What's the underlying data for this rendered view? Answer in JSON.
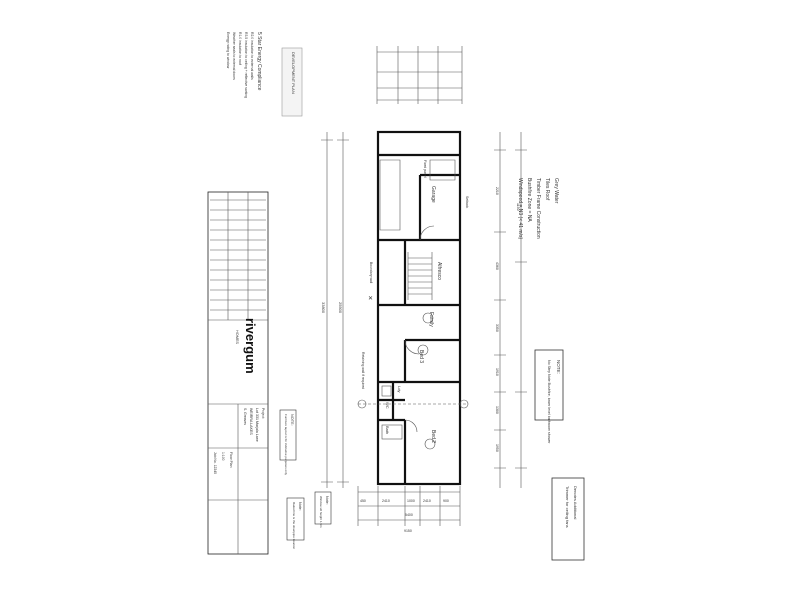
{
  "spec_notes": [
    "Windspeed = N3 (< 41 m/s)",
    "Bushfire Zone = NA",
    "Timber Frame Construction",
    "Tiles Roof",
    "Grey Water"
  ],
  "energy": {
    "title": "5 Star Energy Compliance",
    "lines": [
      "R2.0 insulation to external walls",
      "R3.5 insulation to ceiling + reflective sarking",
      "R1.0 insulation to roof",
      "Weather seals to external doors",
      "Energy rating to window"
    ]
  },
  "stamp": "DEVELOPMENT PLAN",
  "rooms": {
    "garage": "Garage",
    "alfresco": "Alfresco",
    "family": "Family",
    "bed3": "Bed 3",
    "bed2": "Bed 2",
    "bath": "Bath",
    "ldy": "Ldy",
    "wc": "WC"
  },
  "plan_notes": {
    "boundary_wall": "Boundary wall",
    "setback": "Setback",
    "fixed_panel": "Fixed panel",
    "note_heading": "NOTE:",
    "note_body": "No Step Note Bushfire, lower level bathroom shower",
    "side_note_heading": "NOTE:",
    "side_note_body": "Provide screen to bath window",
    "drainage": "Retaining wall if required",
    "note_left_heading": "Note:",
    "note_left_body": "Window sill height 1.5m"
  },
  "dimensions": {
    "overall": "33800",
    "lot_length": "25500",
    "width_a": "9150",
    "width_b": "5400",
    "row": [
      "450",
      "2410",
      "1000",
      "2410",
      "900"
    ],
    "vert": [
      "2210",
      "4360",
      "3350",
      "1910",
      "1300",
      "1950",
      "1150"
    ]
  },
  "title_block": {
    "company": "rivergum",
    "company_sub": "HOMES",
    "project_label": "Project:",
    "project": "Lot 331 Marjala Lane",
    "suburb": "WEIRRA LAKES",
    "client": "S. Greaves",
    "drawing": "Floor Plan",
    "scale": "1:100",
    "job_no": "Job No. 12345"
  },
  "bottom_right": {
    "heading": "Denotes Additional",
    "body": "Trimmer for ceiling fans"
  },
  "bottom_left": {
    "heading": "Note:",
    "body": "Raked line is the downpipe location"
  },
  "title_note": {
    "heading": "NOTE:",
    "body": "Furniture layout is for indicative purposes only"
  }
}
